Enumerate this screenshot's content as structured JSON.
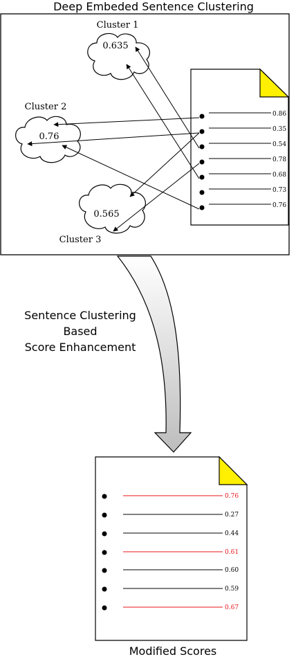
{
  "top_title": "Deep Embeded Sentence Clustering",
  "clusters": [
    {
      "label": "Cluster 1",
      "score": "0.635"
    },
    {
      "label": "Cluster 2",
      "score": "0.76"
    },
    {
      "label": "Cluster 3",
      "score": "0.565"
    }
  ],
  "original_doc": {
    "scores": [
      "0.86",
      "0.35",
      "0.54",
      "0.78",
      "0.68",
      "0.73",
      "0.76"
    ]
  },
  "process_label": {
    "line1": "Sentence Clustering",
    "line2": "Based",
    "line3": "Score Enhancement"
  },
  "modified_doc": {
    "scores": [
      {
        "value": "0.76",
        "modified": true
      },
      {
        "value": "0.27",
        "modified": false
      },
      {
        "value": "0.44",
        "modified": false
      },
      {
        "value": "0.61",
        "modified": true
      },
      {
        "value": "0.60",
        "modified": false
      },
      {
        "value": "0.59",
        "modified": false
      },
      {
        "value": "0.67",
        "modified": true
      }
    ]
  },
  "bottom_title": "Modified Scores",
  "colors": {
    "modified": "#e8141a",
    "default": "#000000",
    "page_fold": "#ffef00",
    "arrow_fill_light": "#ffffff",
    "arrow_fill_dark": "#bdbdbd"
  }
}
